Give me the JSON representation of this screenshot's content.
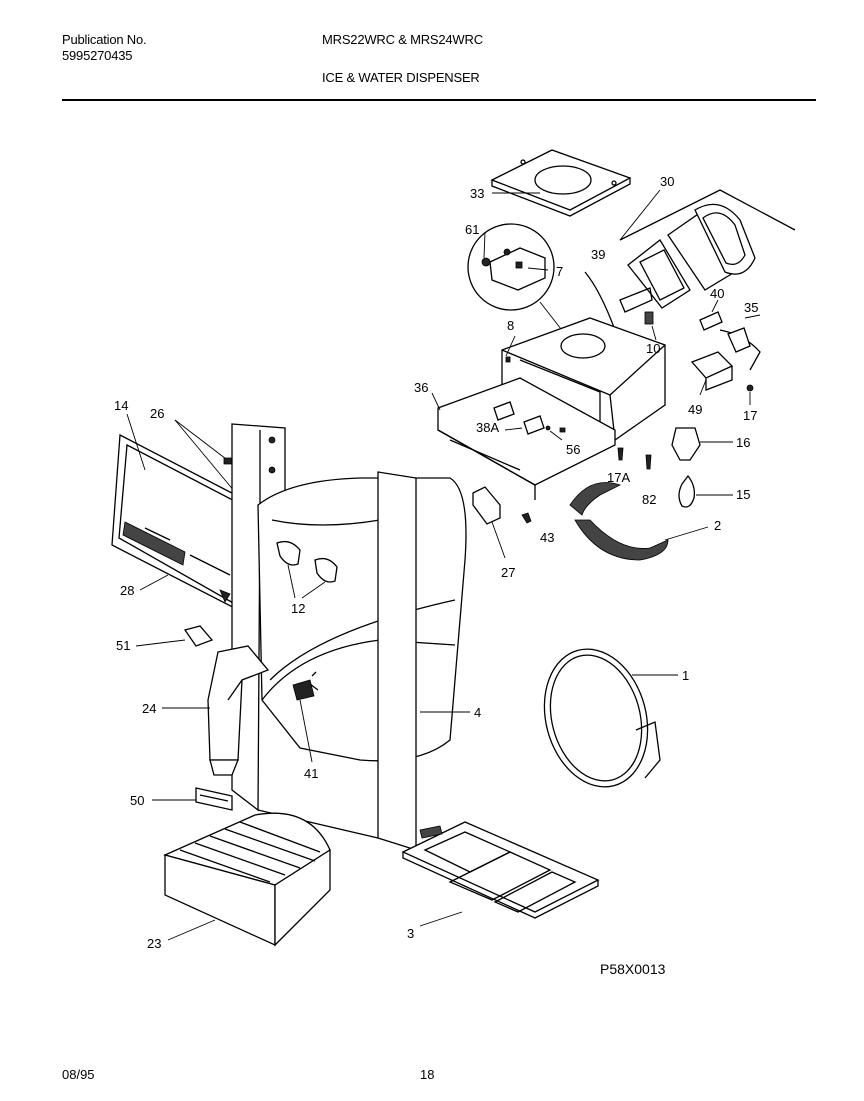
{
  "header": {
    "publication_label": "Publication No.",
    "publication_number": "5995270435",
    "models": "MRS22WRC & MRS24WRC",
    "section_title": "ICE & WATER DISPENSER"
  },
  "figure": {
    "code": "P58X0013",
    "part_labels": {
      "p1": "1",
      "p2": "2",
      "p3": "3",
      "p4": "4",
      "p7": "7",
      "p8": "8",
      "p10": "10",
      "p12": "12",
      "p14": "14",
      "p15": "15",
      "p16": "16",
      "p17": "17",
      "p17a": "17A",
      "p23": "23",
      "p24": "24",
      "p26": "26",
      "p27": "27",
      "p28": "28",
      "p30": "30",
      "p33": "33",
      "p35": "35",
      "p36": "36",
      "p38a": "38A",
      "p39": "39",
      "p40": "40",
      "p41": "41",
      "p43": "43",
      "p49": "49",
      "p50": "50",
      "p51": "51",
      "p56": "56",
      "p61": "61",
      "p82": "82"
    }
  },
  "footer": {
    "date": "08/95",
    "page_number": "18"
  }
}
